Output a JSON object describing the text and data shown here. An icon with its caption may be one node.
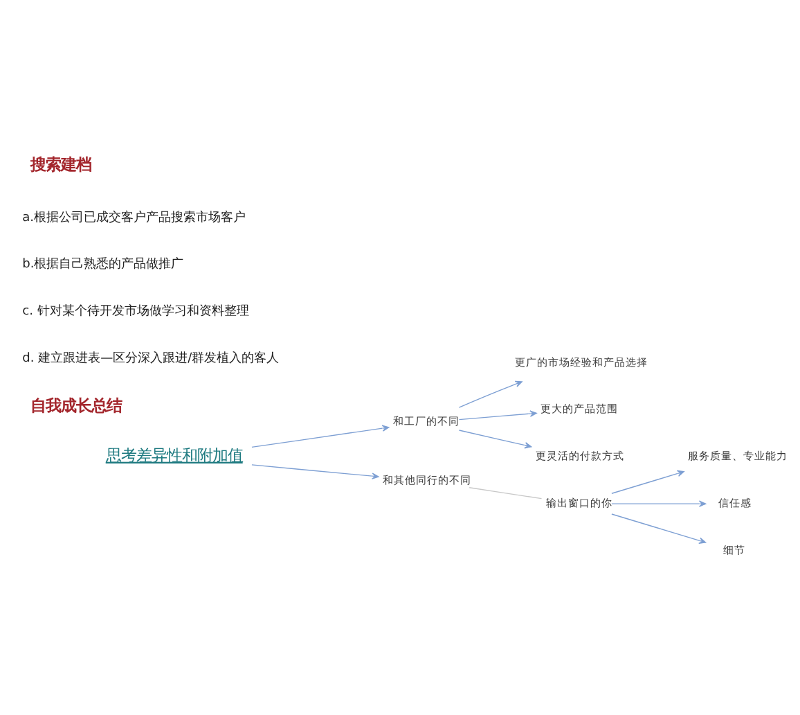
{
  "diagram": {
    "nodes": [
      {
        "text": [
          "思考差异性和附加值"
        ]
      },
      {
        "text": [
          "和工厂的不同"
        ]
      },
      {
        "text": [
          "更广的市场经验和产品选择"
        ]
      },
      {
        "text": [
          "更大的产品范围"
        ]
      },
      {
        "text": [
          "更灵活的付款方式"
        ]
      },
      {
        "text": [
          "和其他同行的不同"
        ]
      },
      {
        "text": [
          "输出窗口的你"
        ]
      },
      {
        "text": [
          "服务质量、专业能力"
        ]
      },
      {
        "text": [
          "信任感"
        ]
      },
      {
        "text": [
          "细节"
        ]
      }
    ],
    "edges": [
      {
        "from": 0,
        "to": 1,
        "arrow": "to"
      },
      {
        "from": 0,
        "to": 5,
        "arrow": "to"
      },
      {
        "from": 1,
        "to": 2,
        "arrow": "to"
      },
      {
        "from": 1,
        "to": 3,
        "arrow": "to"
      },
      {
        "from": 1,
        "to": 4,
        "arrow": "to"
      },
      {
        "from": 5,
        "to": 6,
        "arrow": "none",
        "color": "#c8c8c8"
      },
      {
        "from": 6,
        "to": 7,
        "arrow": "to"
      },
      {
        "from": 6,
        "to": 8,
        "arrow": "to"
      },
      {
        "from": 6,
        "to": 9,
        "arrow": "to"
      }
    ],
    "labels": [
      "搜索建档",
      "a.根据公司已成交客户产品搜索市场客户",
      "b.根据自己熟悉的产品做推广",
      "c. 针对某个待开发市场做学习和资料整理",
      "d. 建立跟进表—区分深入跟进/群发植入的客人",
      "自我成长总结"
    ]
  }
}
